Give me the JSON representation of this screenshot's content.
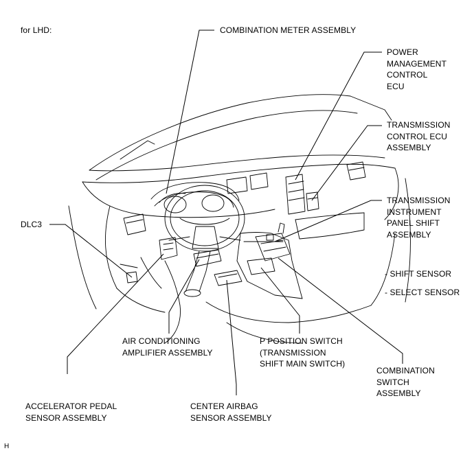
{
  "header": {
    "variant": "for LHD:"
  },
  "labels": {
    "combination_meter": "COMBINATION METER ASSEMBLY",
    "power_management": "POWER\nMANAGEMENT\nCONTROL\nECU",
    "transmission_ecu": "TRANSMISSION\nCONTROL ECU\nASSEMBLY",
    "shift_assembly": "TRANSMISSION\nINSTRUMENT\nPANEL SHIFT\nASSEMBLY",
    "shift_sensor": "- SHIFT SENSOR",
    "select_sensor": "- SELECT SENSOR",
    "dlc3": "DLC3",
    "air_conditioning": "AIR CONDITIONING\nAMPLIFIER ASSEMBLY",
    "p_position": "P POSITION SWITCH\n(TRANSMISSION\nSHIFT MAIN SWITCH)",
    "combination_switch": "COMBINATION\nSWITCH\nASSEMBLY",
    "accelerator_pedal": "ACCELERATOR PEDAL\nSENSOR ASSEMBLY",
    "center_airbag": "CENTER AIRBAG\nSENSOR ASSEMBLY"
  },
  "footer": {
    "mark": "H"
  }
}
